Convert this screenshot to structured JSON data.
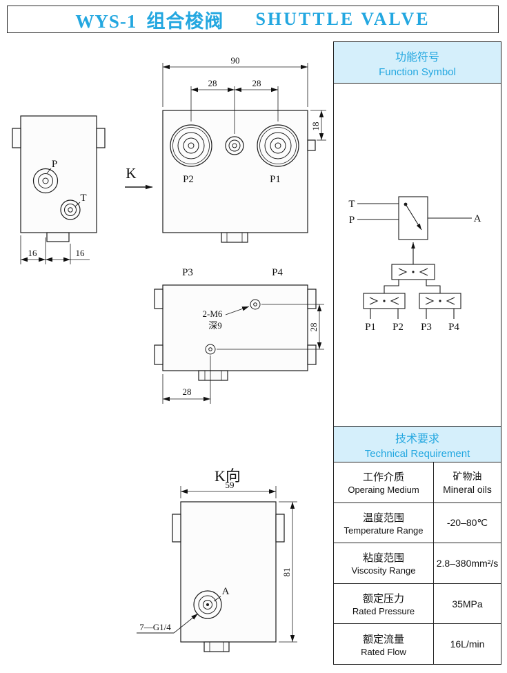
{
  "title": {
    "model": "WYS-1",
    "name_cn": "组合梭阀",
    "name_en": "SHUTTLE VALVE"
  },
  "colors": {
    "accent": "#23a7e0",
    "header_bg": "#d5effb",
    "line": "#111111"
  },
  "function_symbol": {
    "header_cn": "功能符号",
    "header_en": "Function Symbol",
    "labels": {
      "t": "T",
      "p": "P",
      "a": "A",
      "p1": "P1",
      "p2": "P2",
      "p3": "P3",
      "p4": "P4"
    }
  },
  "technical": {
    "header_cn": "技术要求",
    "header_en": "Technical Requirement",
    "rows": [
      {
        "cn": "工作介质",
        "en": "Operaing Medium",
        "val1": "矿物油",
        "val2": "Mineral oils"
      },
      {
        "cn": "温度范围",
        "en": "Temperature Range",
        "val1": "-20–80℃",
        "val2": ""
      },
      {
        "cn": "粘度范围",
        "en": "Viscosity Range",
        "val1": "2.8–380mm²/s",
        "val2": ""
      },
      {
        "cn": "额定压力",
        "en": "Rated Pressure",
        "val1": "35MPa",
        "val2": ""
      },
      {
        "cn": "额定流量",
        "en": "Rated Flow",
        "val1": "16L/min",
        "val2": ""
      }
    ]
  },
  "drawing": {
    "k_label": "K",
    "k_view_title": "K向",
    "side": {
      "p": "P",
      "t": "T",
      "dim1": "16",
      "dim2": "16"
    },
    "front": {
      "p2": "P2",
      "p1": "P1",
      "dim_w": "90",
      "dim_s1": "28",
      "dim_s2": "28",
      "dim_h": "18"
    },
    "bottom": {
      "p3": "P3",
      "p4": "P4",
      "note1": "2-M6",
      "note2": "深9",
      "dim_v": "28",
      "dim_h": "28"
    },
    "kview": {
      "a": "A",
      "dim_w": "59",
      "dim_h": "81",
      "note": "7—G1/4"
    }
  }
}
